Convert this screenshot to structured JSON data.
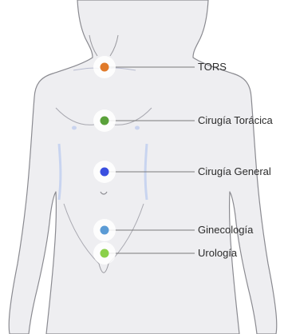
{
  "colors": {
    "background": "#ffffff",
    "body_fill": "#eeeef1",
    "body_outline": "#8a8a90",
    "leader_line": "#7a7a7a",
    "halo": "#ffffff"
  },
  "markers": [
    {
      "label": "TORS",
      "color": "#e07a2a"
    },
    {
      "label": "Cirugía Torácica",
      "color": "#5aa13a"
    },
    {
      "label": "Cirugía General",
      "color": "#3a4fe0"
    },
    {
      "label": "Ginecología",
      "color": "#5b9bd5"
    },
    {
      "label": "Urología",
      "color": "#8bd04a"
    }
  ]
}
